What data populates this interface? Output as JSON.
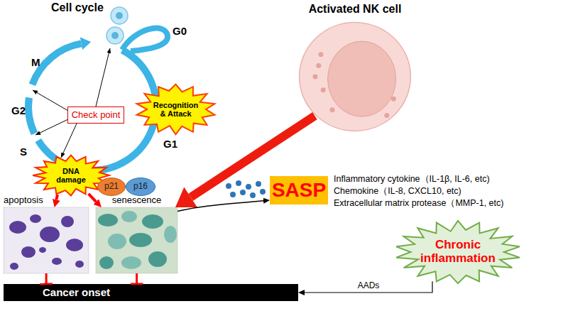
{
  "diagram": {
    "nodes": [
      {
        "text": [
          "Check point"
        ]
      },
      {
        "text": [
          "DNA damage"
        ]
      },
      {
        "text": [
          "p21"
        ]
      },
      {
        "text": [
          "p16"
        ]
      },
      {
        "text": [
          "apoptosis"
        ]
      },
      {
        "text": [
          "senescence"
        ]
      },
      {
        "text": [
          "Activated NK cell"
        ]
      },
      {
        "text": [
          "Recognition & Attack"
        ]
      },
      {
        "text": [
          "SASP"
        ]
      },
      {
        "text": [
          "Chronic inflammation"
        ]
      },
      {
        "text": [
          "Cancer onset"
        ]
      }
    ],
    "edges": [
      {
        "from": 1,
        "to": 4,
        "arrow": "to"
      },
      {
        "from": 1,
        "to": 5,
        "arrow": "to"
      },
      {
        "from": 6,
        "to": 5,
        "arrow": "to"
      },
      {
        "from": 5,
        "to": 8,
        "arrow": "to"
      },
      {
        "from": 4,
        "to": 10,
        "arrow": "to"
      },
      {
        "from": 5,
        "to": 10,
        "arrow": "to"
      },
      {
        "from": 9,
        "to": 10,
        "label": "AADs",
        "arrow": "to"
      }
    ],
    "labels": [
      "Cell cycle",
      "M",
      "G2",
      "S",
      "G1",
      "G0",
      "Inflammatory cytokine（IL-1β, IL-6, etc)",
      "Chemokine（IL-8, CXCL10, etc)",
      "Extracellular matrix protease（MMP-1, etc)"
    ]
  }
}
